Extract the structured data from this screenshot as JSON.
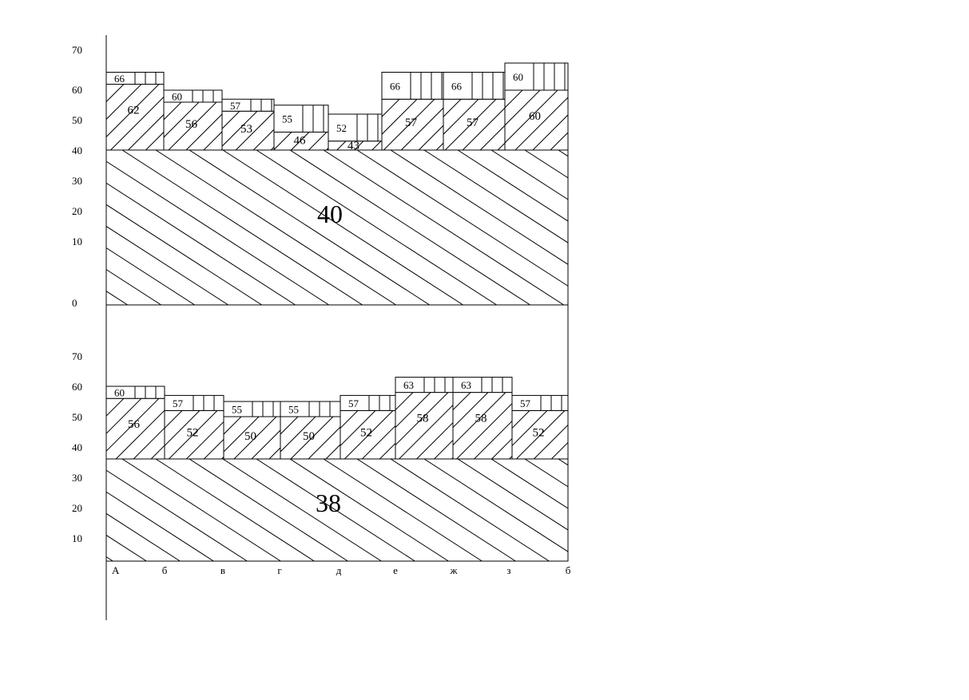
{
  "colors": {
    "line": "#000000",
    "background": "#ffffff"
  },
  "chart_data": [
    {
      "type": "bar",
      "yticks": [
        "70",
        "60",
        "50",
        "40",
        "30",
        "20",
        "10",
        "0"
      ],
      "base_value": 40,
      "base_label": "40",
      "segments": [
        {
          "value": 62,
          "label": "62",
          "top_value": 66,
          "top_label": "66"
        },
        {
          "value": 56,
          "label": "56",
          "top_value": 60,
          "top_label": "60"
        },
        {
          "value": 53,
          "label": "53",
          "top_value": 57,
          "top_label": "57"
        },
        {
          "value": 46,
          "label": "46",
          "top_value": 55,
          "top_label": "55"
        },
        {
          "value": 43,
          "label": "43",
          "top_value": 52,
          "top_label": "52"
        },
        {
          "value": 57,
          "label": "57",
          "top_value": 66,
          "top_label": "66"
        },
        {
          "value": 57,
          "label": "57",
          "top_value": 66,
          "top_label": "66"
        },
        {
          "value": 60,
          "label": "60",
          "top_value": 60,
          "top_label": "60"
        }
      ]
    },
    {
      "type": "bar",
      "yticks": [
        "70",
        "60",
        "50",
        "40",
        "30",
        "20",
        "10"
      ],
      "base_value": 38,
      "base_label": "38",
      "segments": [
        {
          "value": 56,
          "label": "56",
          "top_value": 60,
          "top_label": "60"
        },
        {
          "value": 52,
          "label": "52",
          "top_value": 57,
          "top_label": "57"
        },
        {
          "value": 50,
          "label": "50",
          "top_value": 55,
          "top_label": "55"
        },
        {
          "value": 50,
          "label": "50",
          "top_value": 55,
          "top_label": "55"
        },
        {
          "value": 52,
          "label": "52",
          "top_value": 57,
          "top_label": "57"
        },
        {
          "value": 58,
          "label": "58",
          "top_value": 63,
          "top_label": "63"
        },
        {
          "value": 58,
          "label": "58",
          "top_value": 63,
          "top_label": "63"
        },
        {
          "value": 52,
          "label": "52",
          "top_value": 57,
          "top_label": "57"
        }
      ]
    }
  ],
  "x_labels": [
    "А",
    "б",
    "в",
    "г",
    "д",
    "е",
    "ж",
    "з",
    "б"
  ]
}
